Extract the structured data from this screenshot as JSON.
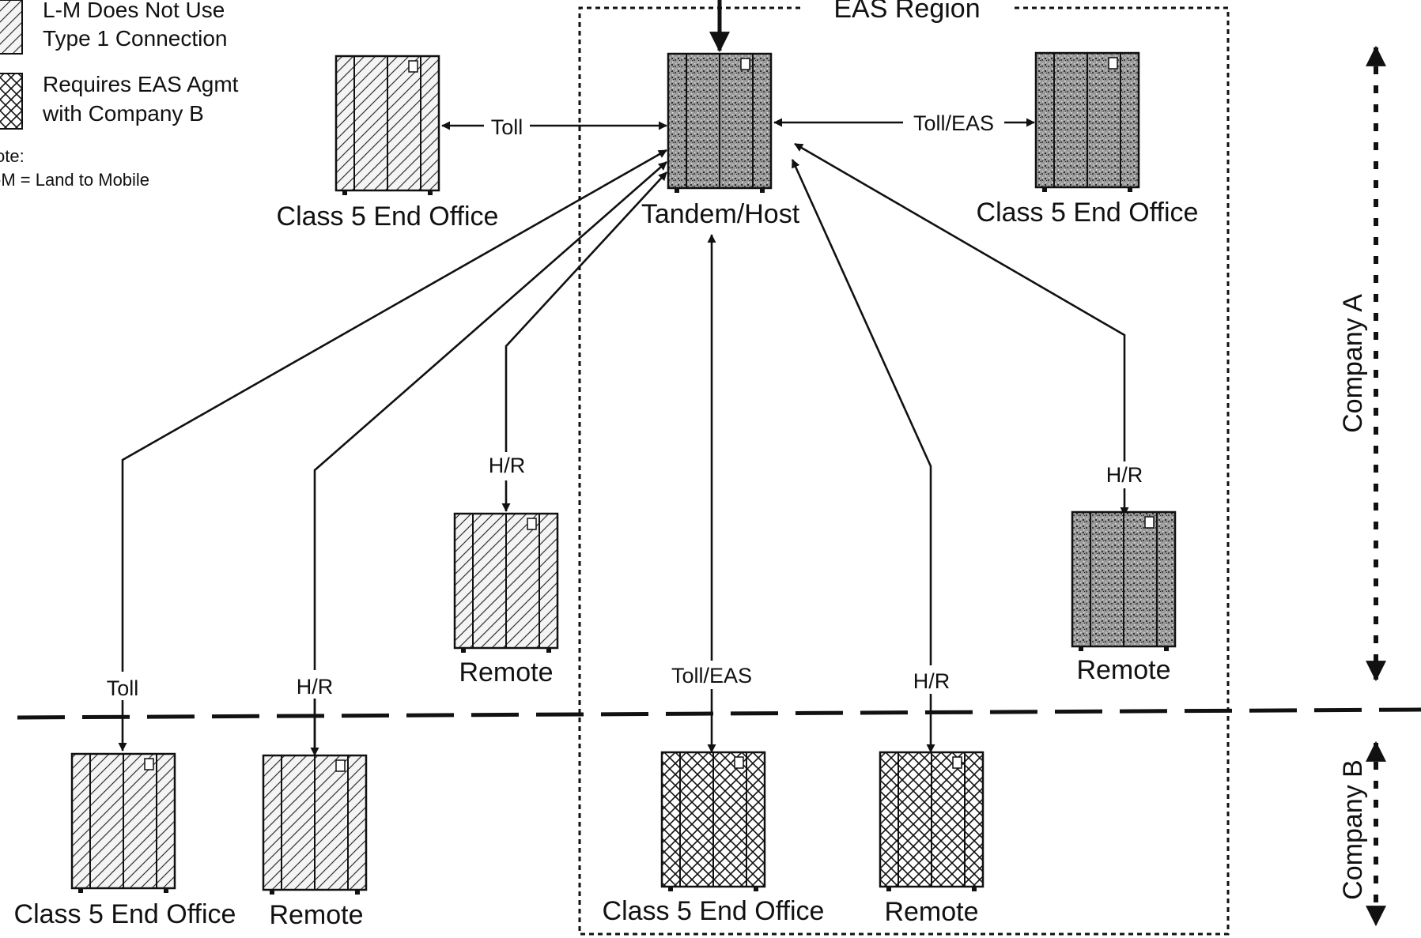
{
  "legend": {
    "item1_line1": "L-M Does Not Use",
    "item1_line2": "Type 1 Connection",
    "item2_line1": "Requires EAS Agmt",
    "item2_line2": "with Company B",
    "note_label": "ote:",
    "note_text": "-M = Land to Mobile"
  },
  "region": {
    "title": "EAS Region"
  },
  "sides": {
    "company_a": "Company A",
    "company_b": "Company B"
  },
  "nodes": {
    "tandem": "Tandem/Host",
    "eo_left": "Class 5 End Office",
    "eo_right": "Class 5 End Office",
    "remote_center": "Remote",
    "remote_right": "Remote",
    "b_eo_left": "Class 5 End Office",
    "b_remote_left": "Remote",
    "b_eo_center": "Class 5 End Office",
    "b_remote_center": "Remote"
  },
  "links": {
    "toll_left": "Toll",
    "tollEAS_right": "Toll/EAS",
    "hr_center": "H/R",
    "hr_right": "H/R",
    "toll_b_left": "Toll",
    "hr_b_left": "H/R",
    "tollEAS_b_center": "Toll/EAS",
    "hr_b_center": "H/R"
  }
}
